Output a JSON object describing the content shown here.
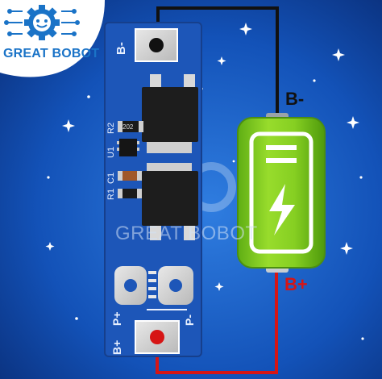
{
  "brand": {
    "name": "GREAT BOBOT",
    "watermark": "GREAT BOBOT"
  },
  "labels": {
    "battery_negative": "B-",
    "battery_positive": "B+"
  },
  "pcb": {
    "pad_top_label": "B-",
    "pad_bottom_label": "B+",
    "port_positive_label": "P+",
    "port_negative_label": "P-",
    "component_labels": [
      "R2",
      "U1",
      "R1",
      "C1"
    ],
    "chip_marking": "202"
  },
  "colors": {
    "pcb_blue": "#1d56b8",
    "wire_negative": "#111111",
    "wire_positive": "#d61515",
    "battery_green": "#7fcb1d",
    "brand_blue": "#1a73c7"
  }
}
